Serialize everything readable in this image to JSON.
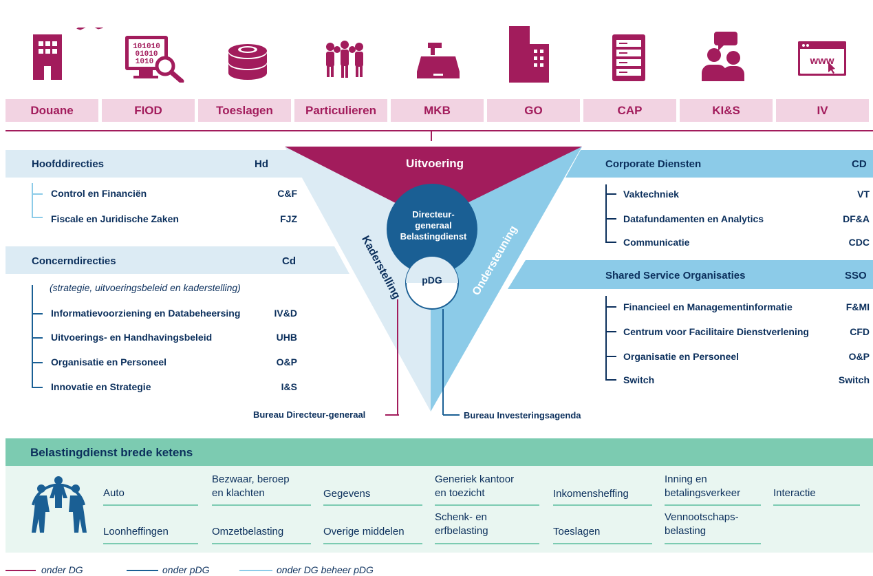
{
  "units": [
    {
      "label": "Douane",
      "icon": "building-plane-icon"
    },
    {
      "label": "FIOD",
      "icon": "binary-magnifier-icon"
    },
    {
      "label": "Toeslagen",
      "icon": "coin-stack-icon"
    },
    {
      "label": "Particulieren",
      "icon": "people-group-icon"
    },
    {
      "label": "MKB",
      "icon": "cash-register-icon"
    },
    {
      "label": "GO",
      "icon": "office-buildings-icon"
    },
    {
      "label": "CAP",
      "icon": "server-rack-icon"
    },
    {
      "label": "KI&S",
      "icon": "chat-persons-icon"
    },
    {
      "label": "IV",
      "icon": "www-browser-icon"
    }
  ],
  "triangle": {
    "uitvoering": "Uitvoering",
    "kaderstelling": "Kaderstelling",
    "ondersteuning": "Ondersteuning",
    "dg_line1": "Directeur-",
    "dg_line2": "generaal",
    "dg_line3": "Belastingdienst",
    "pdg": "pDG",
    "bureau_dg": "Bureau Directeur-generaal",
    "bureau_inv": "Bureau Investeringsagenda"
  },
  "hoofddirecties": {
    "title": "Hoofddirecties",
    "abbr": "Hd",
    "items": [
      {
        "label": "Control en Financiën",
        "abbr": "C&F"
      },
      {
        "label": "Fiscale en Juridische Zaken",
        "abbr": "FJZ"
      }
    ]
  },
  "concerndirecties": {
    "title": "Concerndirecties",
    "abbr": "Cd",
    "note": "(strategie, uitvoeringsbeleid en kaderstelling)",
    "items": [
      {
        "label": "Informatievoorziening en Databeheersing",
        "abbr": "IV&D"
      },
      {
        "label": "Uitvoerings- en Handhavingsbeleid",
        "abbr": "UHB"
      },
      {
        "label": "Organisatie en Personeel",
        "abbr": "O&P"
      },
      {
        "label": "Innovatie en Strategie",
        "abbr": "I&S"
      }
    ]
  },
  "corporate": {
    "title": "Corporate Diensten",
    "abbr": "CD",
    "items": [
      {
        "label": "Vaktechniek",
        "abbr": "VT"
      },
      {
        "label": "Datafundamenten en Analytics",
        "abbr": "DF&A"
      },
      {
        "label": "Communicatie",
        "abbr": "CDC"
      }
    ]
  },
  "sso": {
    "title": "Shared Service Organisaties",
    "abbr": "SSO",
    "items": [
      {
        "label": "Financieel en Managementinformatie",
        "abbr": "F&MI"
      },
      {
        "label": "Centrum voor Facilitaire Dienstverlening",
        "abbr": "CFD"
      },
      {
        "label": "Organisatie en Personeel",
        "abbr": "O&P"
      },
      {
        "label": "Switch",
        "abbr": "Switch"
      }
    ]
  },
  "chains": {
    "title": "Belastingdienst brede ketens",
    "icon": "people-circle-icon",
    "row1": [
      [
        "Auto"
      ],
      [
        "Bezwaar, beroep",
        "en klachten"
      ],
      [
        "Gegevens"
      ],
      [
        "Generiek kantoor",
        "en toezicht"
      ],
      [
        "Inkomensheffing"
      ],
      [
        "Inning en",
        "betalingsverkeer"
      ],
      [
        "Interactie"
      ]
    ],
    "row2": [
      [
        "Loonheffingen"
      ],
      [
        "Omzetbelasting"
      ],
      [
        "Overige middelen"
      ],
      [
        "Schenk- en",
        "erfbelasting"
      ],
      [
        "Toeslagen"
      ],
      [
        "Vennootschaps-",
        "belasting"
      ]
    ]
  },
  "legend": [
    {
      "label": "onder DG",
      "color": "#a21c5c"
    },
    {
      "label": "onder pDG",
      "color": "#1a5f94"
    },
    {
      "label": "onder DG beheer pDG",
      "color": "#8ccbe8"
    }
  ],
  "colors": {
    "magenta": "#a21c5c",
    "navy": "#0b2f5c",
    "darkblue": "#1a5f94",
    "lightblue": "#8ccbe8",
    "paleblue": "#dcebf4",
    "green": "#7ccbb1"
  }
}
